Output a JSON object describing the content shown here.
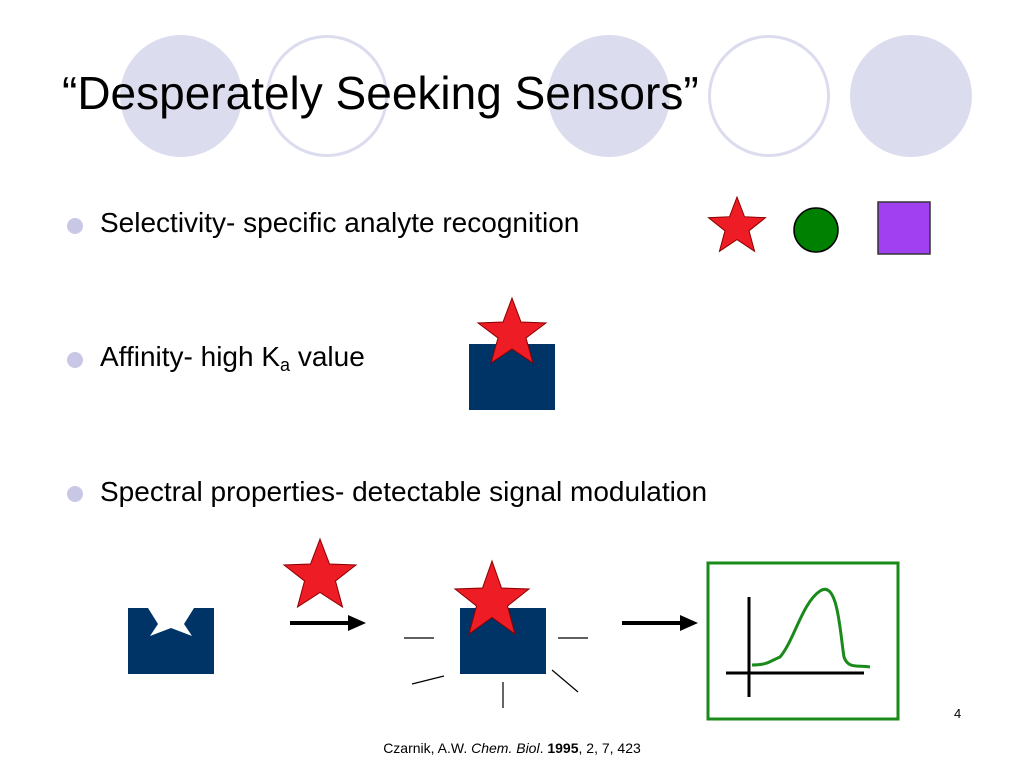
{
  "slide": {
    "title": "“Desperately Seeking Sensors”",
    "bullets": [
      {
        "text": "Selectivity- specific analyte recognition"
      },
      {
        "prefix": "Affinity- high K",
        "subscript": "a",
        "suffix": " value"
      },
      {
        "text": "Spectral properties- detectable signal modulation"
      }
    ],
    "page_number": "4",
    "citation": {
      "authors": "Czarnik, A.W. ",
      "journal": "Chem. Biol",
      "after_journal": ". ",
      "year": "1995",
      "details": ", 2, 7, 423"
    }
  },
  "colors": {
    "decor_circle": "#dcdcef",
    "bullet": "#c8c8e6",
    "star": "#ee1c24",
    "circle_green": "#008000",
    "square_purple": "#a040f0",
    "receptor_navy": "#003366",
    "graph_frame": "#1a8a1a",
    "curve": "#1a8a1a"
  },
  "icons": [
    "star-icon",
    "circle-shape",
    "square-shape",
    "receptor-block",
    "arrow-right-icon",
    "signal-graph"
  ]
}
